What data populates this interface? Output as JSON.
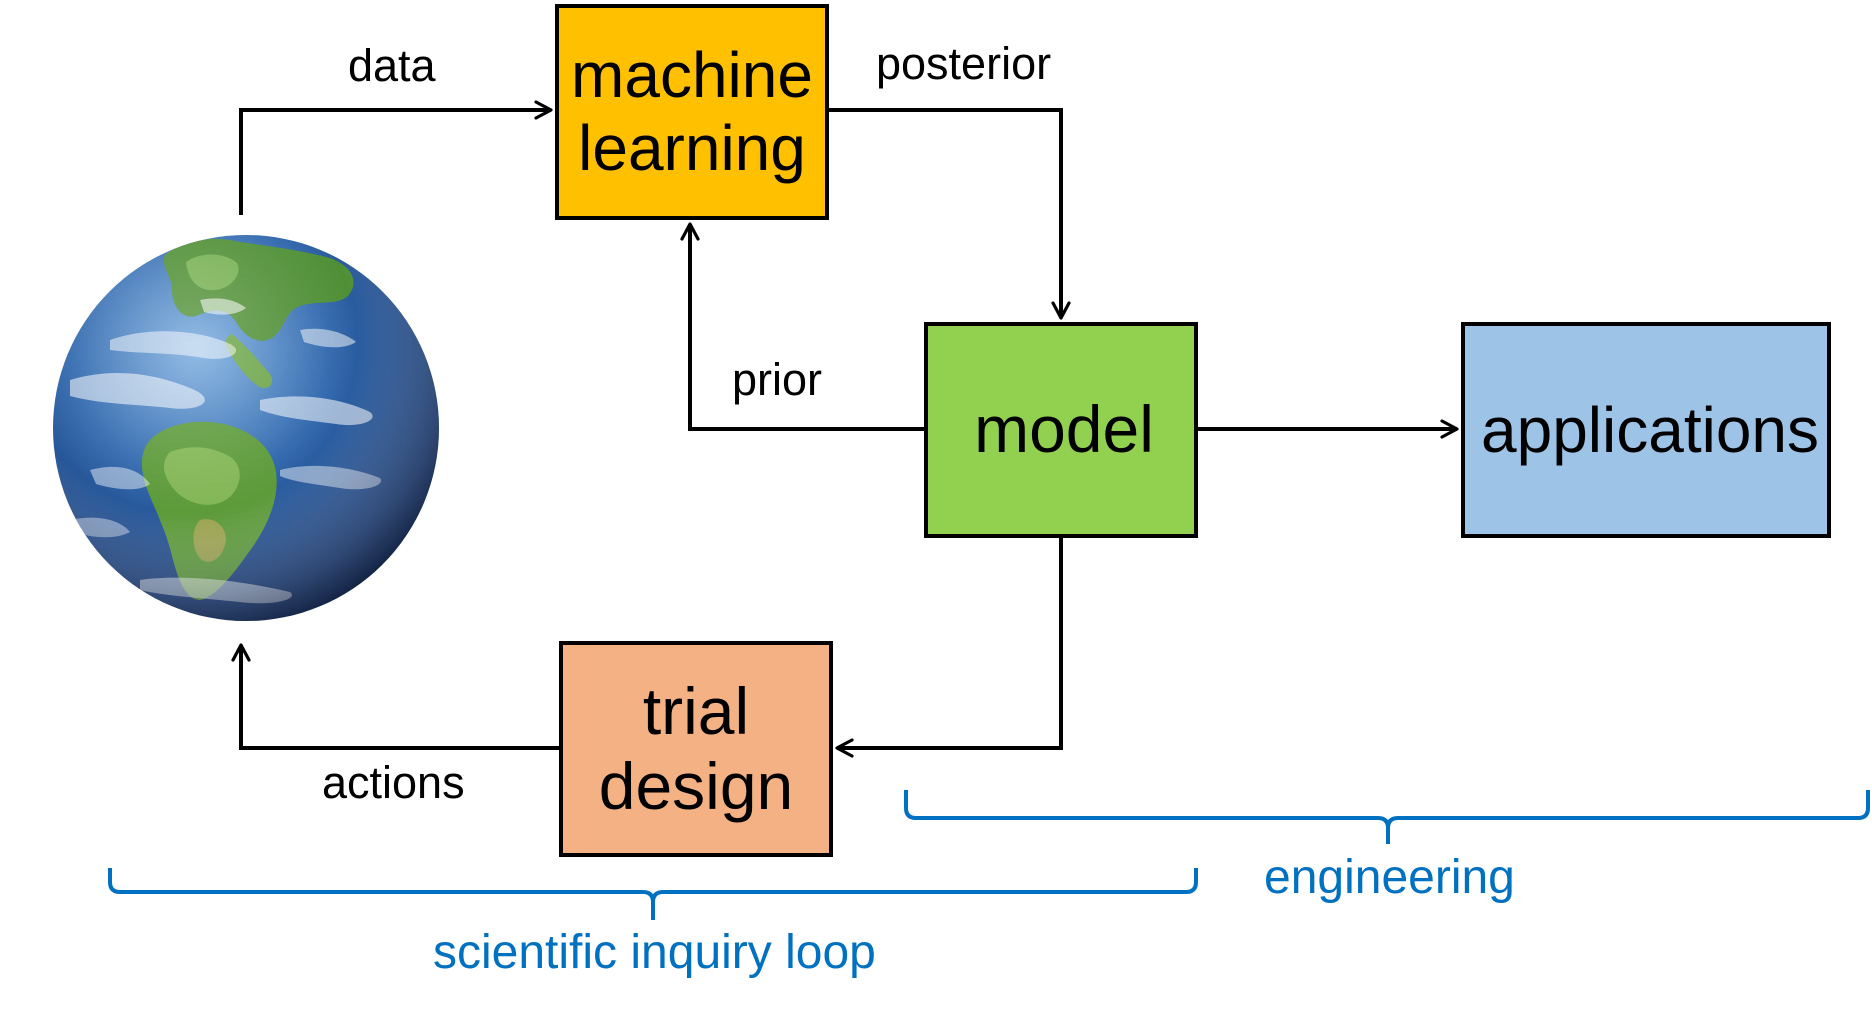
{
  "boxes": {
    "machine_learning": {
      "line1": "machine",
      "line2": "learning",
      "fill": "#ffc000"
    },
    "model": {
      "label": "model",
      "fill": "#92d050"
    },
    "applications": {
      "label": "applications",
      "fill": "#9dc3e6"
    },
    "trial_design": {
      "line1": "trial",
      "line2": "design",
      "fill": "#f4b183"
    }
  },
  "edges": {
    "data": "data",
    "posterior": "posterior",
    "prior": "prior",
    "actions": "actions"
  },
  "braces": {
    "engineering": "engineering",
    "scientific_loop": "scientific inquiry loop",
    "color": "#0070c0"
  },
  "globe": {
    "icon": "earth-globe-icon",
    "ocean": "#2a5fa8",
    "land": "#5a9a3c"
  }
}
